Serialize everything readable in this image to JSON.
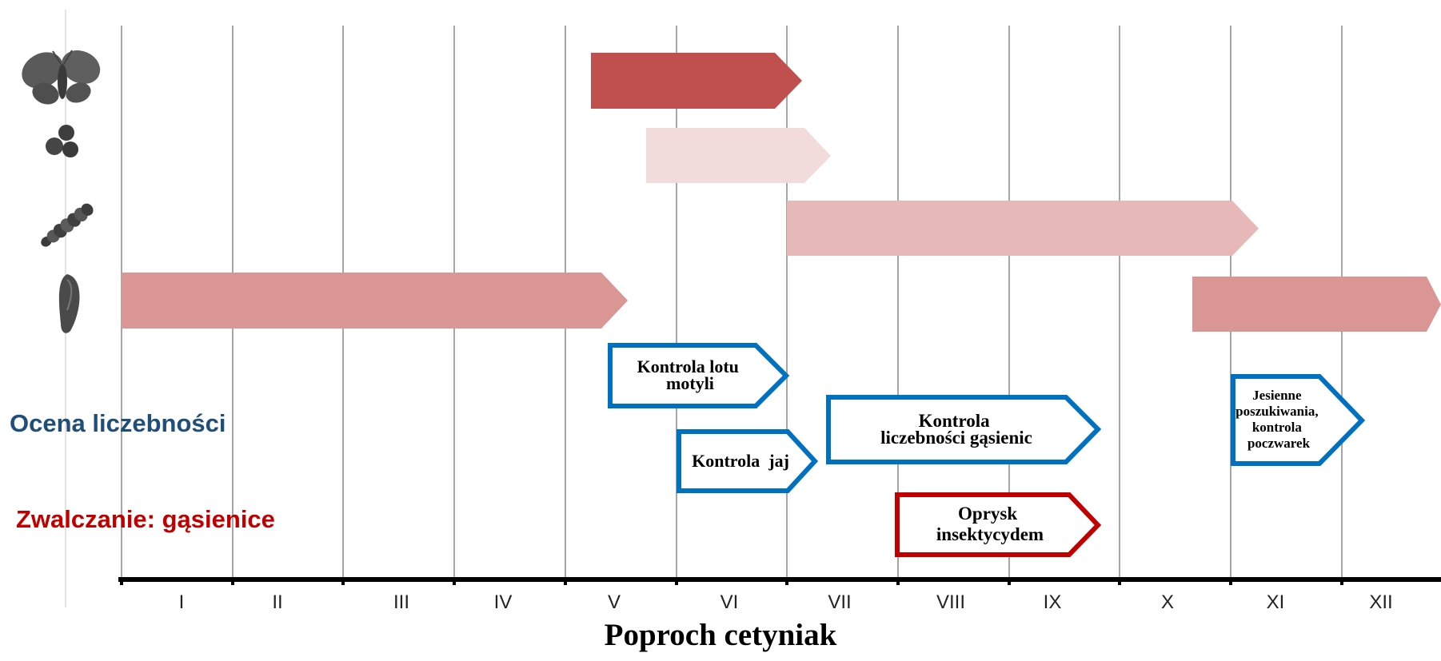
{
  "title": "Poproch cetyniak",
  "months": [
    "I",
    "II",
    "III",
    "IV",
    "V",
    "VI",
    "VII",
    "VIII",
    "IX",
    "X",
    "XI",
    "XII"
  ],
  "labels": {
    "monitoring": "Ocena liczebności",
    "control": "Zwalczanie: gąsienice"
  },
  "colors": {
    "moth_bar": "#c0504d",
    "egg_bar": "#f2dcdb",
    "caterpillar_bar": "#e6b9b8",
    "pupa_bar": "#d99694",
    "monitoring_blue": "#0070c0",
    "control_red": "#c00000",
    "monitoring_text": "#1f4e79"
  },
  "stages": [
    {
      "icon": "moth-icon",
      "bars": [
        {
          "from": "V",
          "to": "VI"
        }
      ]
    },
    {
      "icon": "eggs-icon",
      "bars": [
        {
          "from": "V",
          "to": "VI"
        }
      ]
    },
    {
      "icon": "caterpillar-icon",
      "bars": [
        {
          "from": "VII",
          "to": "X"
        }
      ]
    },
    {
      "icon": "pupa-icon",
      "bars": [
        {
          "from": "I",
          "to": "IV"
        },
        {
          "from": "XI",
          "to": "XII"
        }
      ]
    }
  ],
  "boxes": [
    {
      "name": "box-kontrola-lotu-motyli",
      "lines": [
        "Kontrola lotu",
        "motyli"
      ],
      "type": "monitoring"
    },
    {
      "name": "box-kontrola-jaj",
      "lines": [
        "Kontrola  jaj"
      ],
      "type": "monitoring"
    },
    {
      "name": "box-kontrola-liczebnosci-gasienic",
      "lines": [
        "Kontrola",
        "liczebności gąsienic"
      ],
      "type": "monitoring"
    },
    {
      "name": "box-jesienne-poszukiwania",
      "lines": [
        "Jesienne",
        "poszukiwania,",
        "kontrola",
        "poczwarek"
      ],
      "type": "monitoring"
    },
    {
      "name": "box-oprysk-insektycydem",
      "lines": [
        "Oprysk",
        "insektycydem"
      ],
      "type": "control"
    }
  ]
}
